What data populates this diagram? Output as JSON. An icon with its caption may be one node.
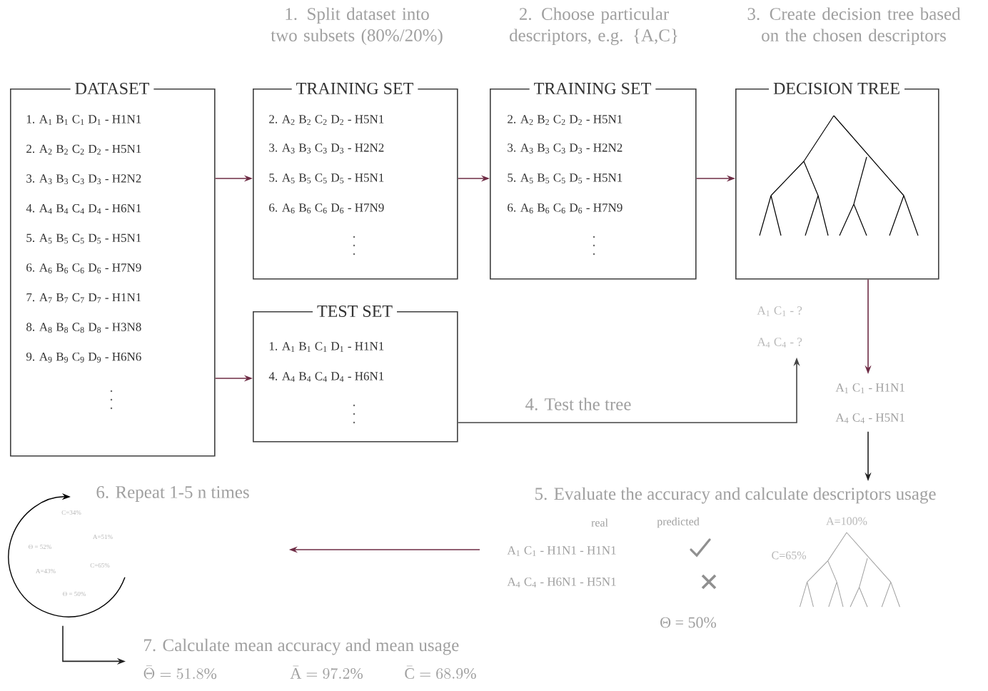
{
  "diagram": {
    "nodes": [
      {
        "text": [
          "DATASET",
          "1. A$_{1}$ B$_{1}$ C$_{1}$ D$_{1}$ - H1N1",
          "2. A$_{2}$ B$_{2}$ C$_{2}$ D$_{2}$ - H5N1",
          "3. A$_{3}$ B$_{3}$ C$_{3}$ D$_{3}$ - H2N2",
          "4. A$_{4}$ B$_{4}$ C$_{4}$ D$_{4}$ - H6N1",
          "5. A$_{5}$ B$_{5}$ C$_{5}$ D$_{5}$ - H5N1",
          "6. A$_{6}$ B$_{6}$ C$_{6}$ D$_{6}$ - H7N9",
          "7. A$_{7}$ B$_{7}$ C$_{7}$ D$_{7}$ - H1N1",
          "8. A$_{8}$ B$_{8}$ C$_{8}$ D$_{8}$ - H3N8",
          "9. A$_{9}$ B$_{9}$ C$_{9}$ D$_{9}$ - H6N6"
        ]
      },
      {
        "text": [
          "TRAINING SET",
          "2. A$_{2}$ B$_{2}$ C$_{2}$ D$_{2}$ - H5N1",
          "3. A$_{3}$ B$_{3}$ C$_{3}$ D$_{3}$ - H2N2",
          "5. A$_{5}$ B$_{5}$ C$_{5}$ D$_{5}$ - H5N1",
          "6. A$_{6}$ B$_{6}$ C$_{6}$ D$_{6}$ - H7N9"
        ],
        "beside": [
          "1. Split dataset into two subsets (80%/20%)"
        ]
      },
      {
        "text": [
          "TEST SET",
          "1. A$_{1}$ B$_{1}$ C$_{1}$ D$_{1}$ - H1N1",
          "4. A$_{4}$ B$_{4}$ C$_{4}$ D$_{4}$ - H6N1"
        ]
      },
      {
        "text": [
          "TRAINING SET",
          "2. A$_{2}$ B$_{2}$ C$_{2}$ D$_{2}$ - H5N1",
          "3. A$_{3}$ B$_{3}$ C$_{3}$ D$_{3}$ - H2N2",
          "5. A$_{5}$ B$_{5}$ C$_{5}$ D$_{5}$ - H5N1",
          "6. A$_{6}$ B$_{6}$ C$_{6}$ D$_{6}$ - H7N9"
        ],
        "beside": [
          "2. Choose particular descriptors, e.g. {A,C}"
        ]
      },
      {
        "text": [
          "DECISION TREE"
        ],
        "beside": [
          "3. Create decision tree based on the chosen descriptors"
        ]
      },
      {
        "text": [
          "A$_{1}$ C$_{1}$ - ?",
          "A$_{4}$ C$_{4}$ - ?"
        ]
      },
      {
        "text": [
          "A$_{1}$ C$_{1}$ - H1N1",
          "A$_{4}$ C$_{4}$ - H5N1"
        ]
      },
      {
        "text": [
          "5. Evaluate the accuracy and calculate descriptors usage",
          "real",
          "predicted",
          "A$_{1}$ C$_{1}$ - H1N1 - H1N1",
          "A$_{4}$ C$_{4}$ - H6N1 - H5N1",
          "Θ = 50%"
        ]
      },
      {
        "text": [
          "C=34%",
          "A=51%",
          "Θ = 52%",
          "A=43%",
          "C=65%",
          "Θ = 50%"
        ],
        "beside": [
          "6. Repeat 1-5 n times"
        ]
      },
      {
        "text": [
          "7. Calculate mean accuracy and mean usage",
          "\\bar{\\Theta} = 51.8\\%",
          "\\bar{\\mathrm{A}} = 97.2\\%",
          "\\bar{\\mathrm{C}} = 68.9\\%"
        ]
      }
    ],
    "edges": [
      {
        "from": 0,
        "to": 1,
        "arrow": "to"
      },
      {
        "from": 0,
        "to": 2,
        "arrow": "to"
      },
      {
        "from": 1,
        "to": 3,
        "arrow": "to"
      },
      {
        "from": 3,
        "to": 4,
        "arrow": "to"
      },
      {
        "from": 2,
        "to": 5,
        "arrow": "to",
        "label": "4. Test the tree",
        "color": "#444444"
      },
      {
        "from": 4,
        "to": 6,
        "arrow": "to"
      },
      {
        "from": 6,
        "to": 7,
        "arrow": "to",
        "color": "#222222"
      },
      {
        "from": 7,
        "to": 8,
        "arrow": "to"
      },
      {
        "from": 8,
        "to": 9,
        "arrow": "to",
        "color": "#222222"
      }
    ],
    "labels": [
      "A=100%",
      "C=65%"
    ]
  }
}
